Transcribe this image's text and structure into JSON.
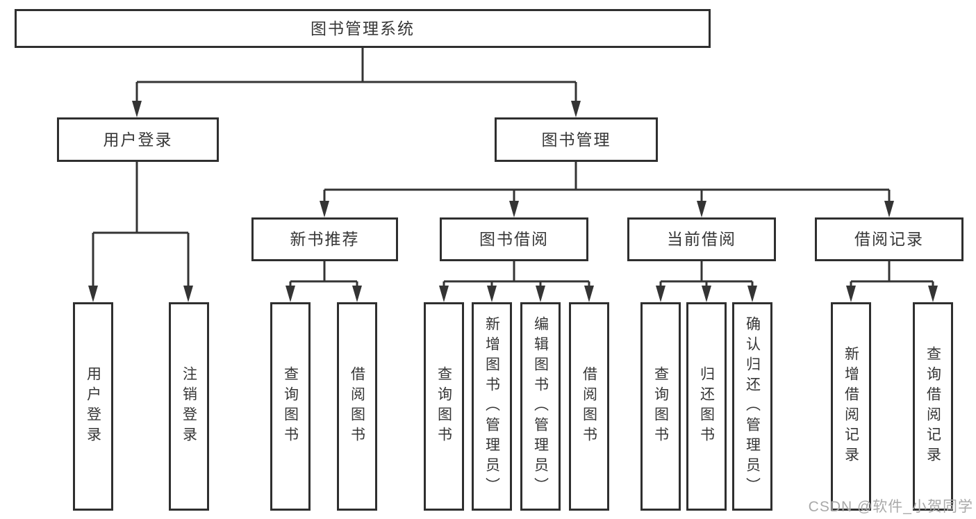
{
  "diagram": {
    "root": {
      "label": "图书管理系统"
    },
    "branches": {
      "user_login": {
        "label": "用户登录",
        "children": [
          {
            "label": "用户登录"
          },
          {
            "label": "注销登录"
          }
        ]
      },
      "book_mgmt": {
        "label": "图书管理",
        "sections": {
          "new_book_rec": {
            "label": "新书推荐",
            "children": [
              {
                "label": "查询图书"
              },
              {
                "label": "借阅图书"
              }
            ]
          },
          "book_borrow": {
            "label": "图书借阅",
            "children": [
              {
                "label": "查询图书"
              },
              {
                "label": "新增图书（管理员）"
              },
              {
                "label": "编辑图书（管理员）"
              },
              {
                "label": "借阅图书"
              }
            ]
          },
          "current_borrow": {
            "label": "当前借阅",
            "children": [
              {
                "label": "查询图书"
              },
              {
                "label": "归还图书"
              },
              {
                "label": "确认归还（管理员）"
              }
            ]
          },
          "borrow_records": {
            "label": "借阅记录",
            "children": [
              {
                "label": "新增借阅记录"
              },
              {
                "label": "查询借阅记录"
              }
            ]
          }
        }
      }
    }
  },
  "watermark": {
    "text": "CSDN @软件_小贺同学"
  },
  "colors": {
    "line": "#343434",
    "box_border": "#2f2f2f",
    "text": "#363636",
    "watermark": "#a9a9a9",
    "background": "#ffffff"
  }
}
